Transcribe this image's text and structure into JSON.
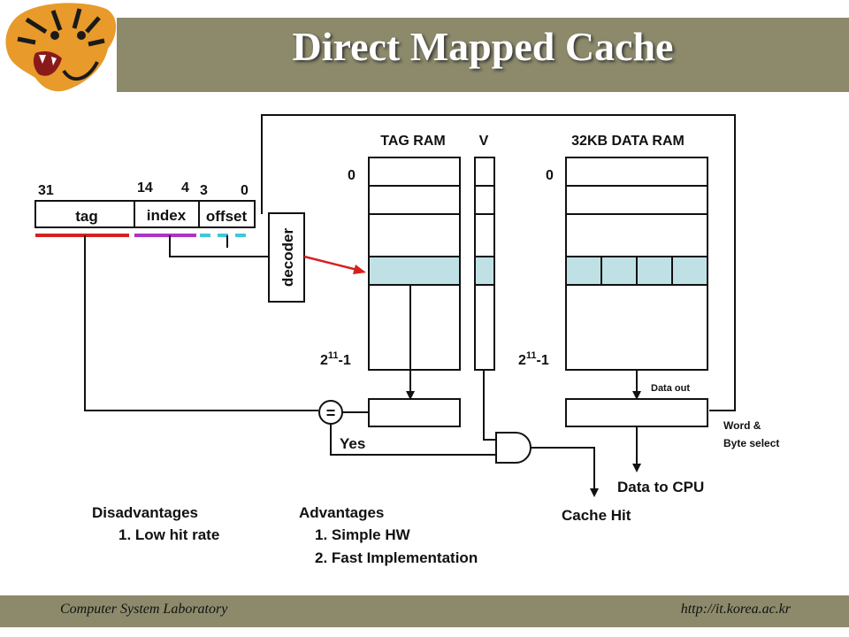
{
  "title": "Direct Mapped Cache",
  "address": {
    "bits": [
      "31",
      "14",
      "4",
      "3",
      "0"
    ],
    "fields": [
      "tag",
      "index",
      "offset"
    ]
  },
  "decoder_label": "decoder",
  "tag_ram": {
    "label": "TAG RAM",
    "first_index": "0",
    "last_base": "2",
    "last_exp": "11",
    "last_suffix": "-1"
  },
  "valid_label": "V",
  "data_ram": {
    "label": "32KB DATA RAM",
    "first_index": "0",
    "last_base": "2",
    "last_exp": "11",
    "last_suffix": "-1"
  },
  "data_out": "Data out",
  "word_select": [
    "Word &",
    "Byte select"
  ],
  "comparator": "=",
  "yes": "Yes",
  "data_to_cpu": "Data to CPU",
  "cache_hit": "Cache Hit",
  "disadvantages": {
    "heading": "Disadvantages",
    "items": [
      "1. Low hit rate"
    ]
  },
  "advantages": {
    "heading": "Advantages",
    "items": [
      "1. Simple HW",
      "2. Fast Implementation"
    ]
  },
  "footer": {
    "left": "Computer System Laboratory",
    "right": "http://it.korea.ac.kr"
  },
  "colors": {
    "band": "#8c8a6b",
    "highlight": "#bfe1e6",
    "tag_line": "#d62020",
    "index_line": "#b030c8",
    "offset_line": "#40c8d8"
  }
}
